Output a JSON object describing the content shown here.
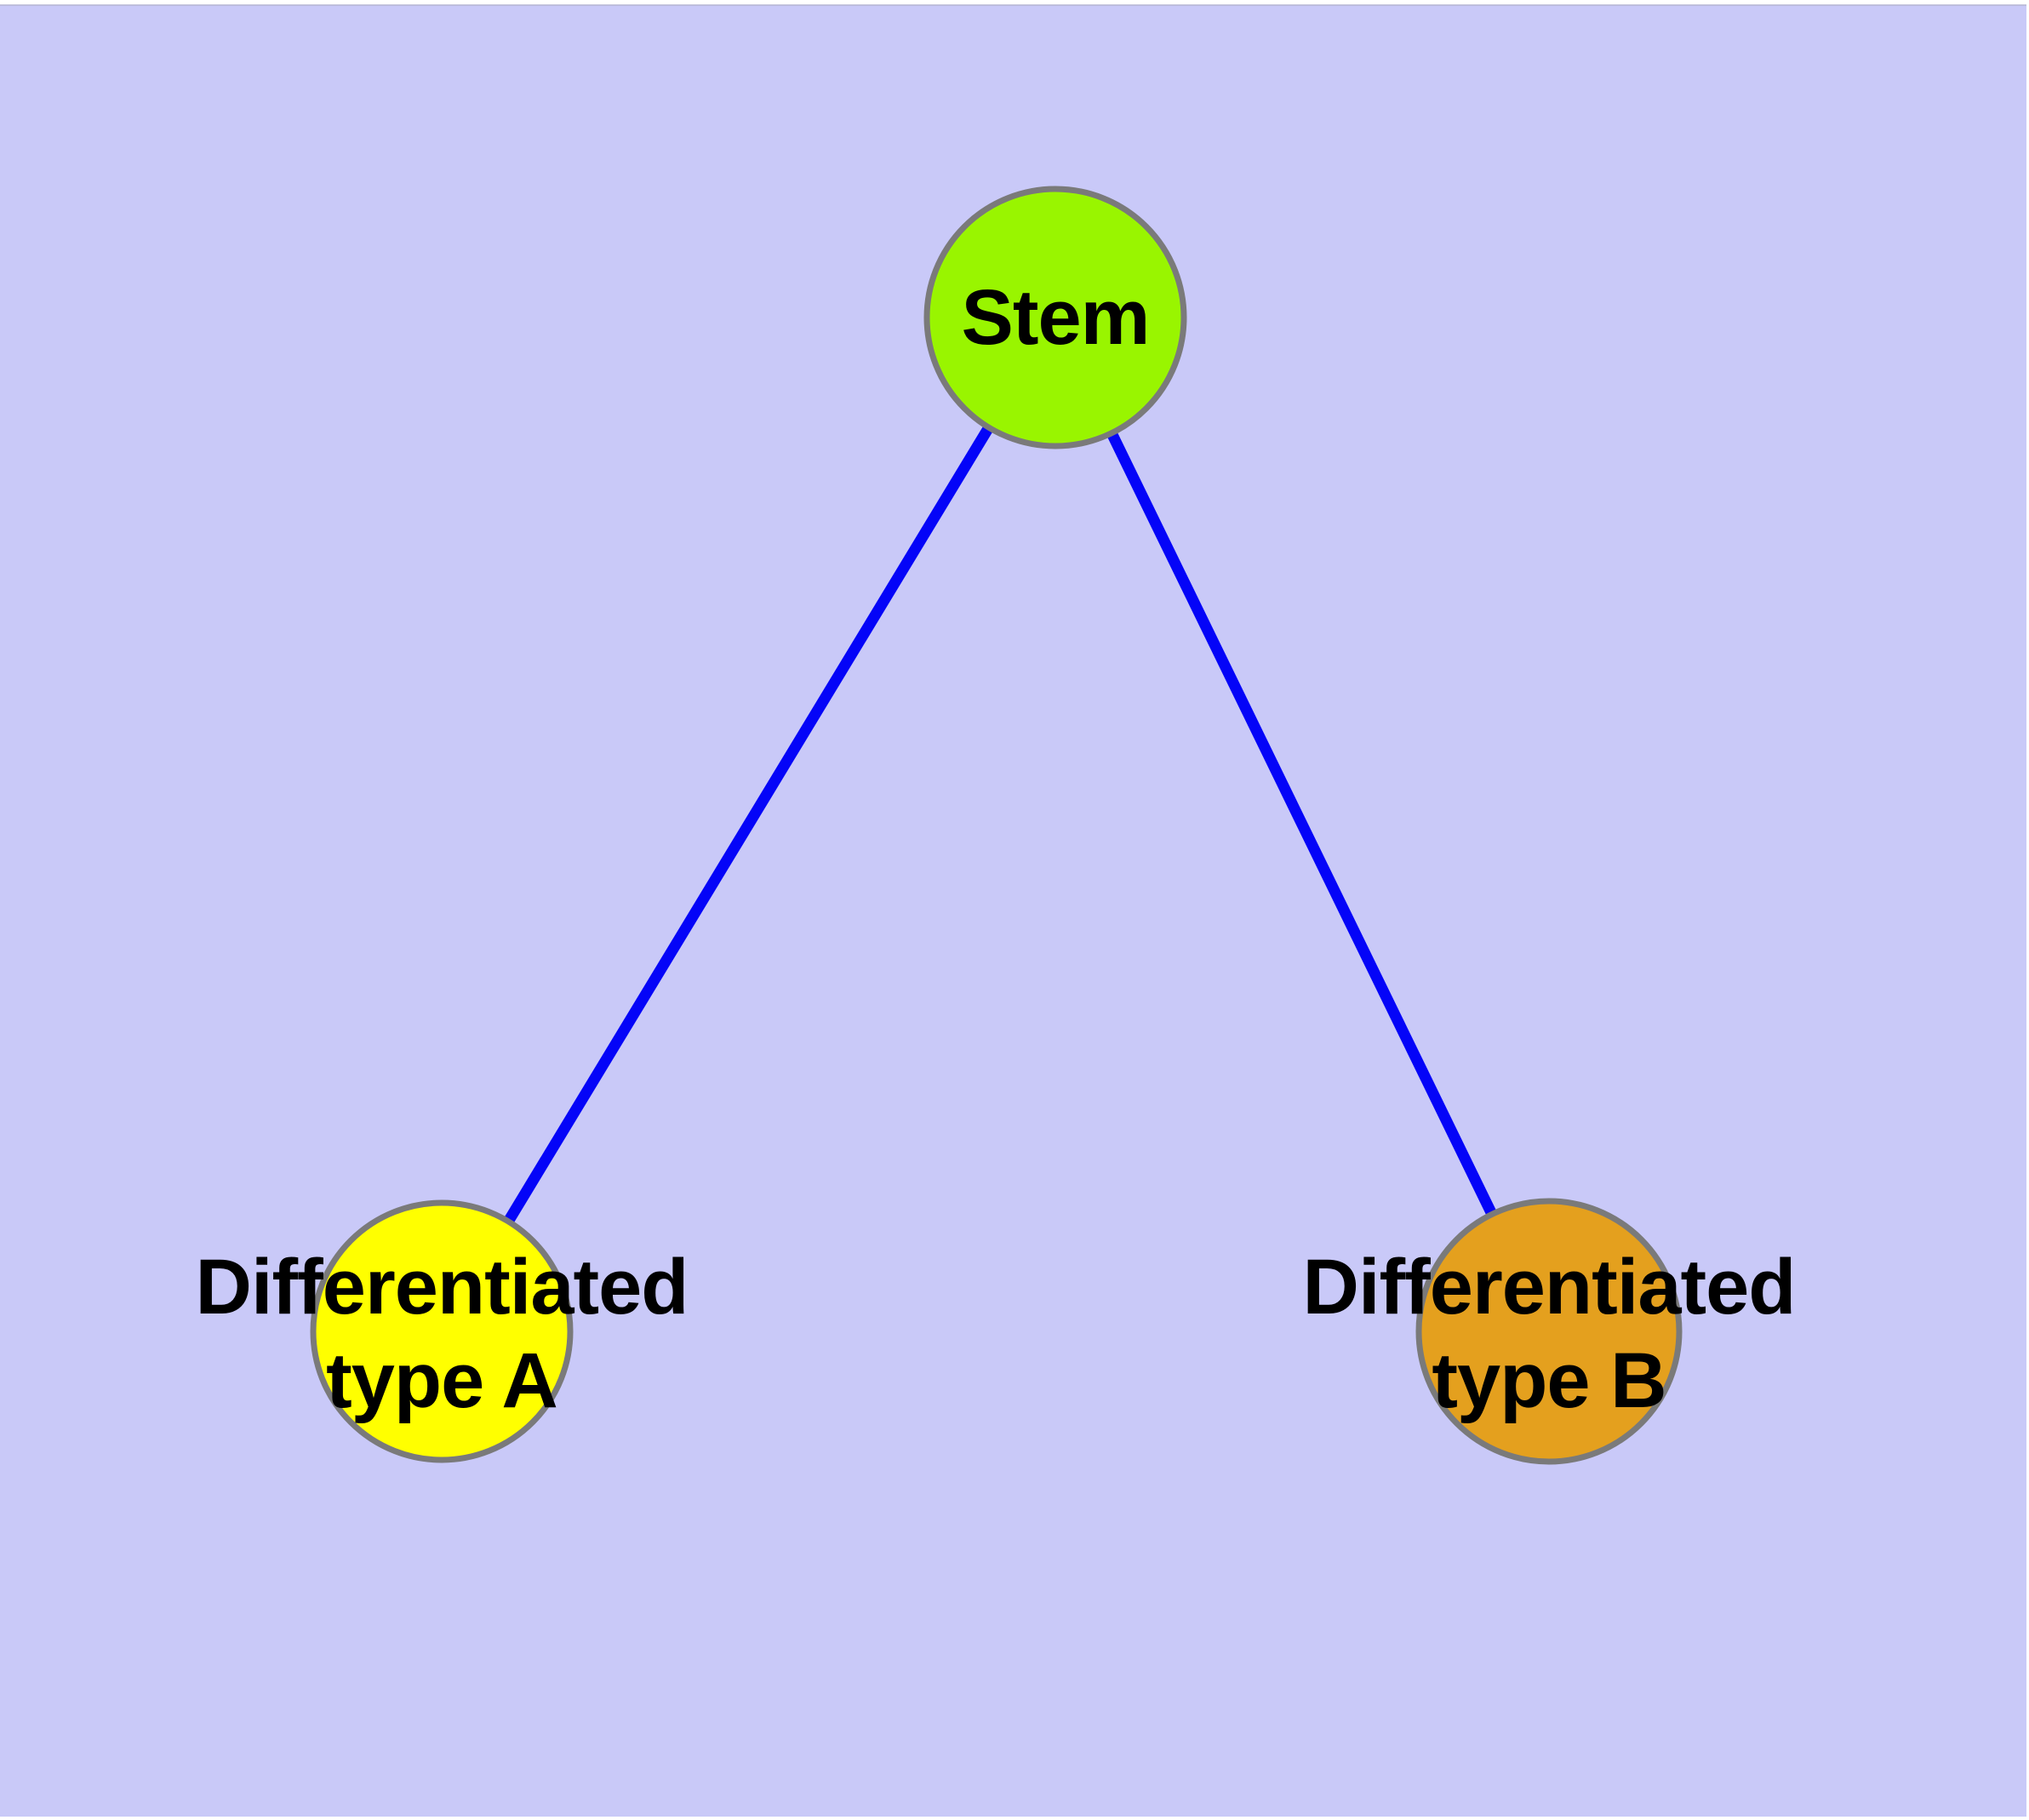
{
  "colors": {
    "page": "#ffffff",
    "canvas-bg": "#c9c9f8",
    "canvas-edge-line": "#b4b4d2",
    "edge-blue": "#0404f8",
    "node-border": "#7a7a7a",
    "label-text": "#000000"
  },
  "graph": {
    "edges": [
      {
        "from": "stem",
        "to": "type_a"
      },
      {
        "from": "stem",
        "to": "type_b"
      }
    ],
    "nodes": {
      "stem": {
        "label": "Stem",
        "fill": "#99f500"
      },
      "type_a": {
        "label_line1": "Differentiated",
        "label_line2": "type A",
        "fill": "#ffff00"
      },
      "type_b": {
        "label_line1": "Differentiated",
        "label_line2": "type B",
        "fill": "#e4a01e"
      }
    }
  }
}
